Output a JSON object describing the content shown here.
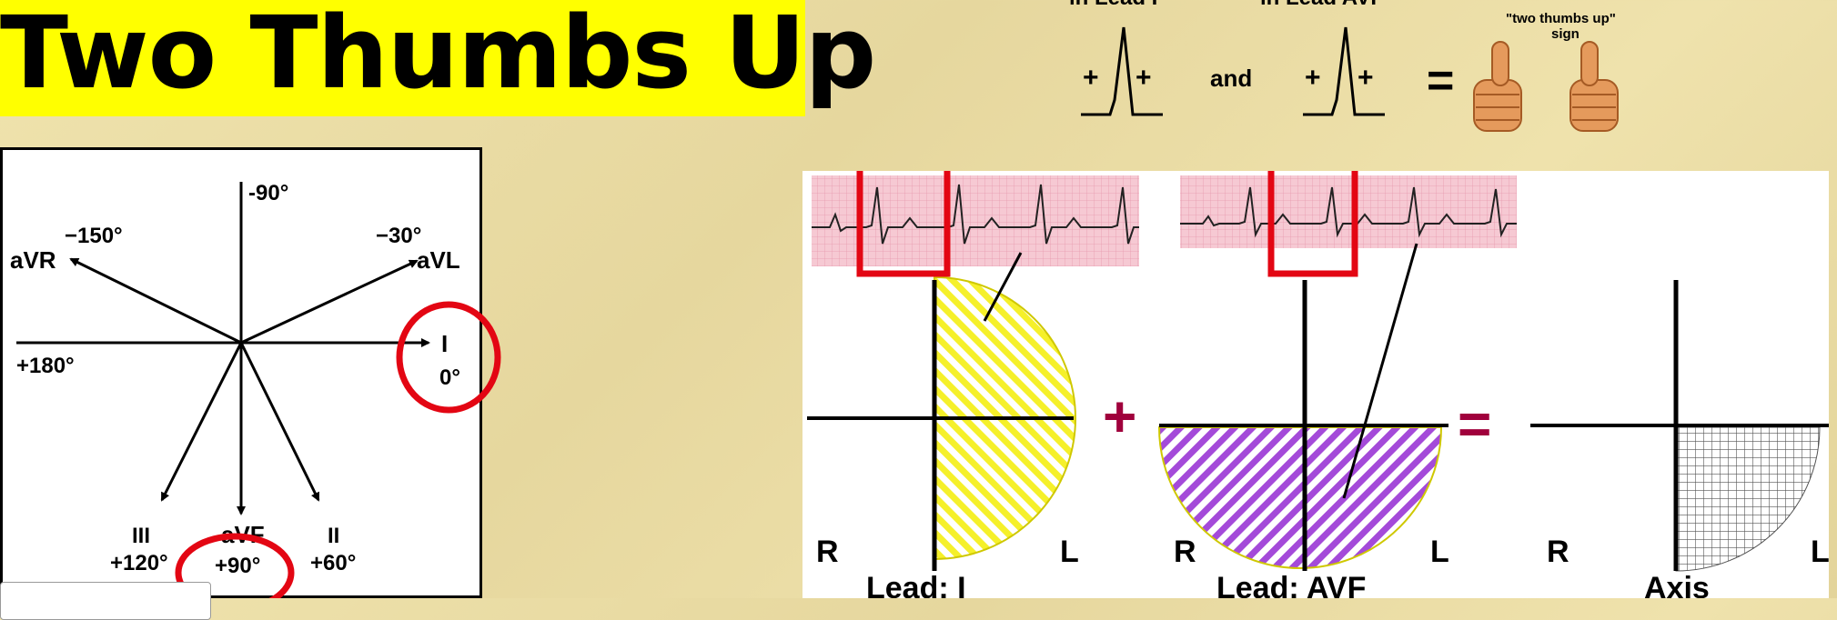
{
  "slide": {
    "title": "Two Thumbs Up"
  },
  "hexaxial": {
    "labels": {
      "neg90": "-90°",
      "neg150": "−150°",
      "avr": "aVR",
      "neg30": "−30°",
      "avl": "aVL",
      "pos180": "+180°",
      "lead1": "I",
      "zero": "0°",
      "lead3": "III",
      "pos120": "+120°",
      "avf": "aVF",
      "pos90": "+90°",
      "lead2": "II",
      "pos60": "+60°"
    },
    "highlight_color": "#e30613"
  },
  "top_figure": {
    "lead_i_caption": "in Lead I",
    "lead_avf_caption": "in Lead AVF",
    "plus": "+",
    "and": "and",
    "equals": "=",
    "sign_caption_line1": "\"two thumbs up\"",
    "sign_caption_line2": "sign"
  },
  "lead_panels": {
    "plus": "+",
    "equals": "=",
    "r": "R",
    "l": "L",
    "lead_i": "Lead: I",
    "lead_avf": "Lead: AVF",
    "axis": "Axis",
    "colors": {
      "lead_i_fill": "#f5f02a",
      "lead_avf_fill": "#a44ad9",
      "operator": "#a0003c",
      "ecg_bg": "#f6c9d3",
      "highlight": "#e30613"
    }
  }
}
